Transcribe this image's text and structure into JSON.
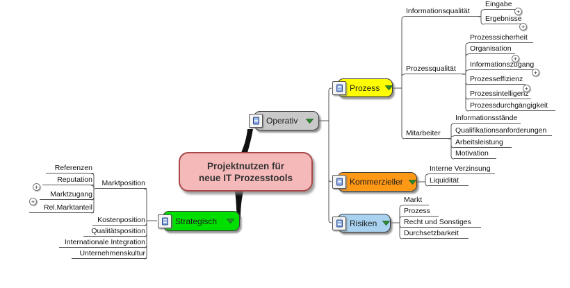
{
  "title": {
    "line1": "Projektnutzen für",
    "line2": "neue IT Prozesstools"
  },
  "branches": {
    "operativ": "Operativ",
    "strategisch": "Strategisch",
    "prozess": "Prozess",
    "kommerzieller": "Kommerzieller",
    "risiken": "Risiken"
  },
  "topics": {
    "informationsqualitaet": "Informationsqualität",
    "eingabe": "Eingabe",
    "ergebnisse": "Ergebnisse",
    "prozessqualitaet": "Prozessqualität",
    "prozesssicherheit": "Prozesssicherheit",
    "organisation": "Organisation",
    "informationszugang": "Informationszugang",
    "prozesseffizienz": "Prozesseffizienz",
    "prozessintelligenz": "Prozessintelligenz",
    "prozessdurchgaengigkeit": "Prozessdurchgängigkeit",
    "mitarbeiter": "Mitarbeiter",
    "informationsstaende": "Informationsstände",
    "qualifikationsanforderungen": "Qualifikationsanforderungen",
    "arbeitsleistung": "Arbeitsleistung",
    "motivation": "Motivation",
    "interne_verzinsung": "Interne Verzinsung",
    "liquiditaet": "Liquidität",
    "markt": "Markt",
    "prozess_risiko": "Prozess",
    "recht_und_sonstiges": "Recht und Sonstiges",
    "durchsetzbarkeit": "Durchsetzbarkeit",
    "marktposition": "Marktposition",
    "referenzen": "Referenzen",
    "reputation": "Reputation",
    "marktzugang": "Marktzugang",
    "rel_marktanteil": "Rel.Marktanteil",
    "kostenposition": "Kostenposition",
    "qualitaetsposition": "Qualitätsposition",
    "internationale_integration": "Internationale Integration",
    "unternehmenskultur": "Unternehmenskultur"
  },
  "icons": {
    "plus": "+",
    "notes_icon": "notes-notebook",
    "collapse_icon": "green-collapse-arrow"
  },
  "colors": {
    "root_fill": "#f6b9b9",
    "root_border": "#a84848",
    "operativ_fill": "#c9c9c9",
    "prozess_fill": "#ffff00",
    "kommerzieller_fill": "#ff9815",
    "risiken_fill": "#a8d2f0",
    "strategisch_fill": "#00df00",
    "arrow_green": "#2e8b2e",
    "line_color": "#555555",
    "trunk_color": "#111111"
  }
}
